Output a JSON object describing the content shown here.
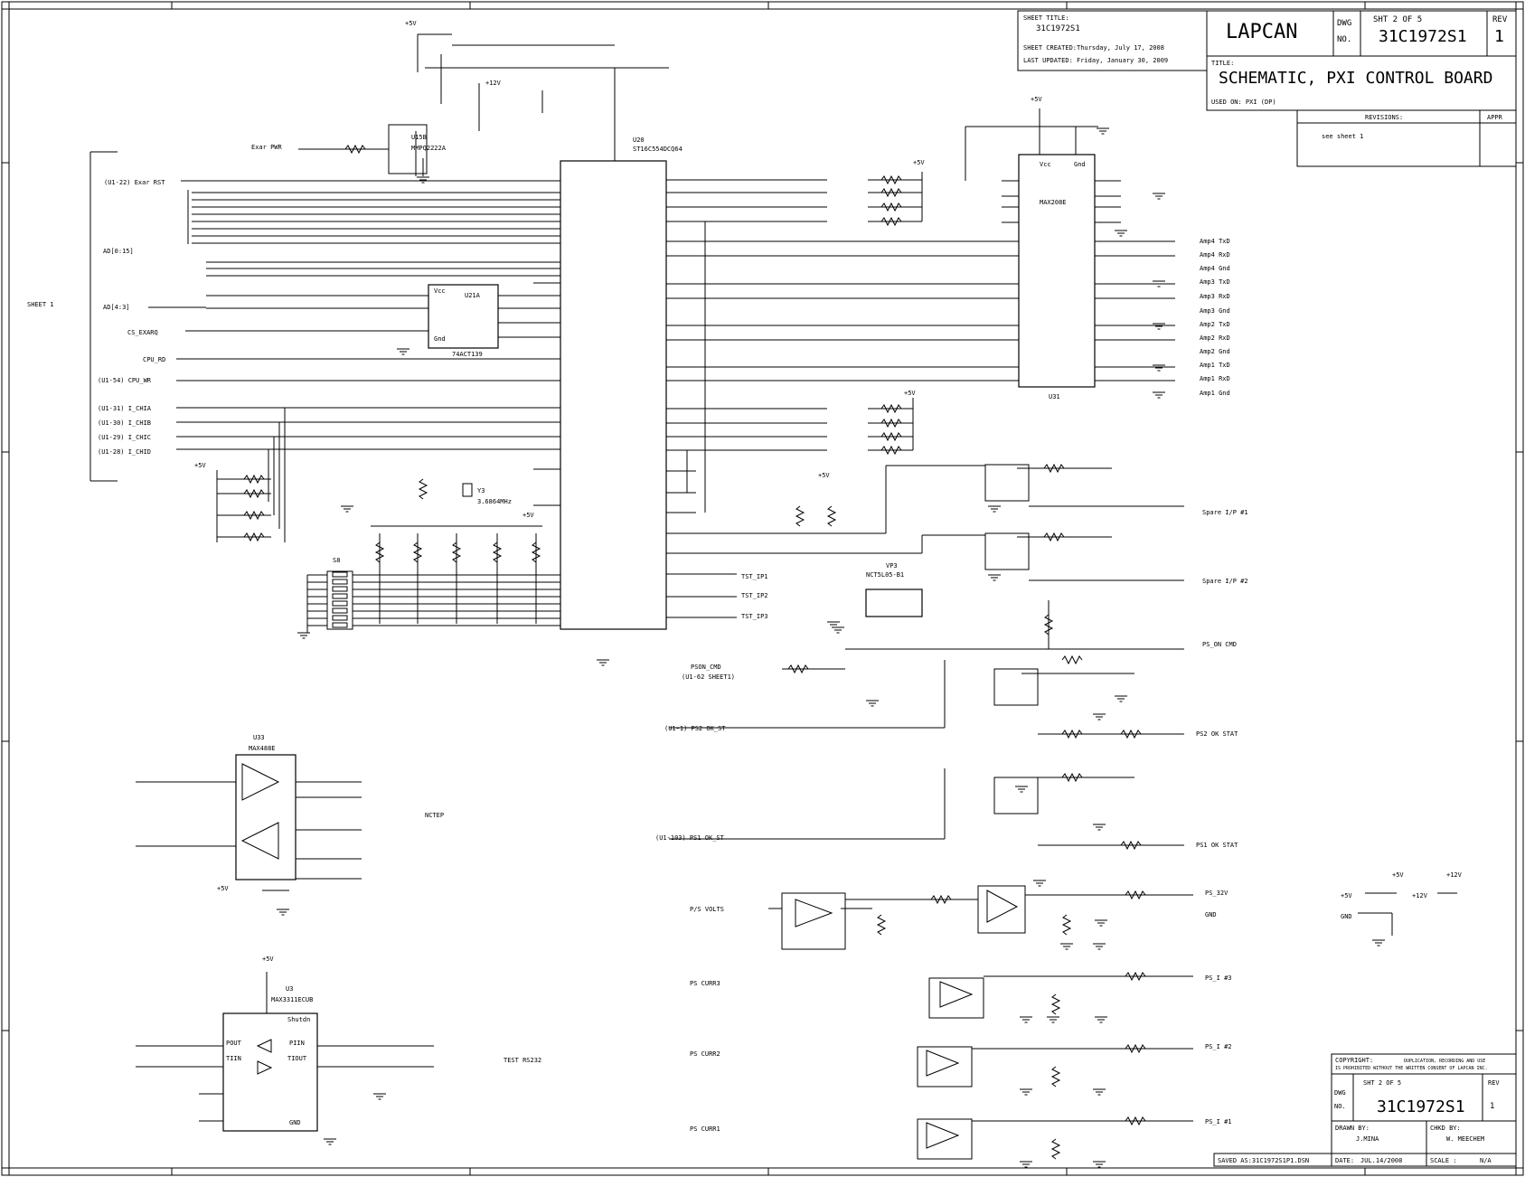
{
  "title_block": {
    "sheet_title_label": "SHEET TITLE:",
    "sheet_title": "31C1972S1",
    "sheet_created": "SHEET CREATED:Thursday, July 17, 2008",
    "last_updated": "LAST UPDATED: Friday, January 30, 2009",
    "company": "LAPCAN",
    "dwg_label": "DWG",
    "no_label": "NO.",
    "sht": "SHT 2 OF 5",
    "dwg_no": "31C1972S1",
    "rev_label": "REV",
    "rev": "1",
    "title_label": "TITLE:",
    "title": "SCHEMATIC, PXI CONTROL BOARD",
    "used_on": "USED ON: PXI (DP)",
    "revisions_label": "REVISIONS:",
    "appr_label": "APPR",
    "revisions_note": "see sheet 1",
    "copyright_label": "COPYRIGHT:",
    "copyright_text1": "DUPLICATION, RECORDING AND USE",
    "copyright_text2": "IS PROHIBITED WITHOUT THE WRITTEN CONSENT OF LAPCAN INC.",
    "drawn_label": "DRAWN BY:",
    "drawn_by": "J.MINA",
    "chkd_label": "CHKD BY:",
    "checked_by": "W. MEECHEM",
    "saved": "SAVED AS:31C1972S1P1.DSN",
    "date_label": "DATE:",
    "date": "JUL.14/2008",
    "scale_label": "SCALE :",
    "scale": "N/A"
  },
  "ic_labels": {
    "u20": "U20",
    "u20_part": "ST16C554DCQ64",
    "u31": "U31",
    "u31_part": "MAX208E",
    "u21": "U21A",
    "u21_part": "74ACT139",
    "u33": "U33",
    "u33_part": "MAX488E",
    "u3": "U3",
    "u3_part": "MAX3311ECUB",
    "u15b": "U15B",
    "u15b_part": "MMPQ2222A",
    "vp3": "VP3",
    "vp3_part": "NCT5L05-B1"
  },
  "left_nets": [
    "(U1-22) Exar RST",
    "AD[0:15]",
    "SHEET 1",
    "AD[4:3]",
    "CS_EXARQ",
    "CPU_RD",
    "(U1-54) CPU_WR",
    "(U1-31) I_CHIA",
    "(U1-30) I_CHIB",
    "(U1-29) I_CHIC",
    "(U1-28) I_CHID",
    "Exar PWR"
  ],
  "right_nets": [
    "Amp4 TxD",
    "Amp4 RxD",
    "Amp4 Gnd",
    "Amp3 TxD",
    "Amp3 RxD",
    "Amp3 Gnd",
    "Amp2 TxD",
    "Amp2 RxD",
    "Amp2 Gnd",
    "Amp1 TxD",
    "Amp1 RxD",
    "Amp1 Gnd",
    "Spare I/P #1",
    "Spare I/P #2",
    "PS_ON CMD",
    "PS2 OK STAT",
    "PS1 OK STAT",
    "PS_32V",
    "GND",
    "PS_I #3",
    "PS_I #2",
    "PS_I #1"
  ],
  "misc_labels": [
    "NCTEP",
    "TEST RS232",
    "TST_IP1",
    "TST_IP2",
    "TST_IP3",
    "PSON_CMD",
    "(U1-62 SHEET1)",
    "(U1-1) PS2 OK_ST",
    "(U1-103) PS1 OK_ST",
    "P/S VOLTS",
    "PS CURR3",
    "PS CURR2",
    "PS CURR1",
    "3.6864MHz",
    "S8"
  ],
  "supply_labels": [
    "+5V",
    "+12V",
    "GND"
  ]
}
